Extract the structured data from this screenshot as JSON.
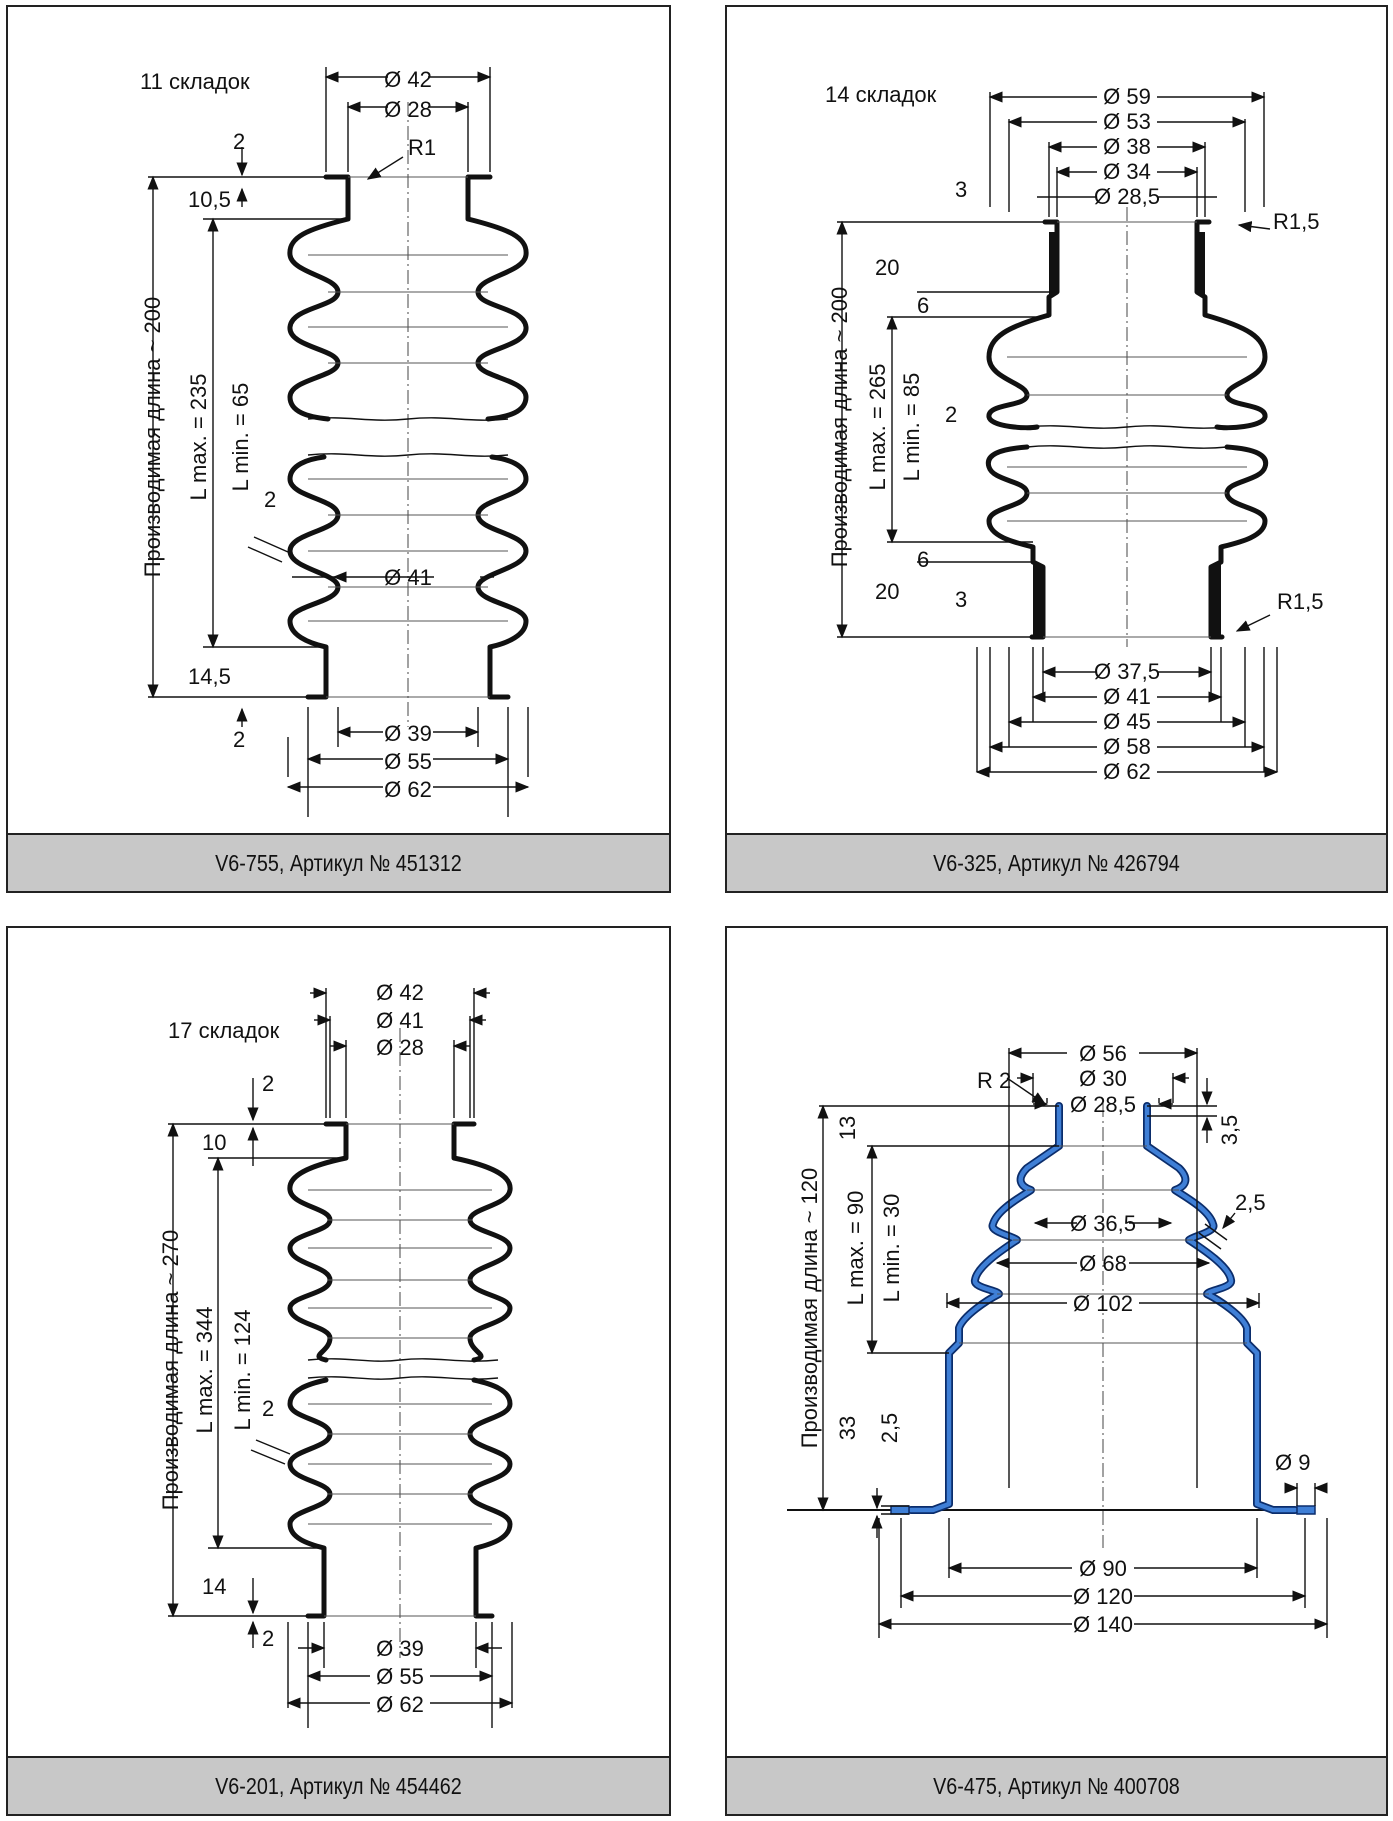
{
  "panels": [
    {
      "caption": "V6-755, Артикул № 451312",
      "folds": "11 складок",
      "length_label": "Производимая длина ~ 200",
      "lmax": "L max. = 235",
      "lmin": "L min. =  65",
      "dims": {
        "d42": "Ø 42",
        "d28": "Ø 28",
        "r": "R1",
        "t2a": "2",
        "h105": "10,5",
        "t2b": "2",
        "d41": "Ø 41",
        "h145": "14,5",
        "t2c": "2",
        "d39": "Ø 39",
        "d55": "Ø 55",
        "d62": "Ø 62"
      }
    },
    {
      "caption": "V6-325, Артикул № 426794",
      "folds": "14 складок",
      "length_label": "Производимая длина ~ 200",
      "lmax": "L max. = 265",
      "lmin": "L min. =  85",
      "dims": {
        "d59": "Ø 59",
        "d53": "Ø 53",
        "d38": "Ø 38",
        "d34": "Ø 34",
        "d285": "Ø 28,5",
        "t3a": "3",
        "r15a": "R1,5",
        "h20a": "20",
        "h6a": "6",
        "t2": "2",
        "h6b": "6",
        "h20b": "20",
        "t3b": "3",
        "r15b": "R1,5",
        "d375": "Ø 37,5",
        "d41": "Ø 41",
        "d45": "Ø 45",
        "d58": "Ø 58",
        "d62": "Ø 62"
      }
    },
    {
      "caption": "V6-201, Артикул № 454462",
      "folds": "17 складок",
      "length_label": "Производимая длина ~ 270",
      "lmax": "L max. = 344",
      "lmin": "L min. = 124",
      "dims": {
        "d42": "Ø 42",
        "d41": "Ø 41",
        "d28": "Ø 28",
        "t2a": "2",
        "h10": "10",
        "t2b": "2",
        "h14": "14",
        "t2c": "2",
        "d39": "Ø 39",
        "d55": "Ø 55",
        "d62": "Ø 62"
      }
    },
    {
      "caption": "V6-475, Артикул № 400708",
      "length_label": "Производимая длина ~ 120",
      "lmax": "L max. = 90",
      "lmin": "L min. = 30",
      "dims": {
        "d56": "Ø 56",
        "d30": "Ø 30",
        "d285": "Ø 28,5",
        "r2": "R 2",
        "h13": "13",
        "t35": "3,5",
        "d365": "Ø 36,5",
        "t25a": "2,5",
        "d68": "Ø 68",
        "d102": "Ø 102",
        "h33": "33",
        "t25b": "2,5",
        "d9": "Ø 9",
        "d90": "Ø 90",
        "d120": "Ø 120",
        "d140": "Ø 140"
      }
    }
  ],
  "colors": {
    "blue_profile": "#3f7fd6",
    "caption_bg": "#c8c8c8"
  }
}
